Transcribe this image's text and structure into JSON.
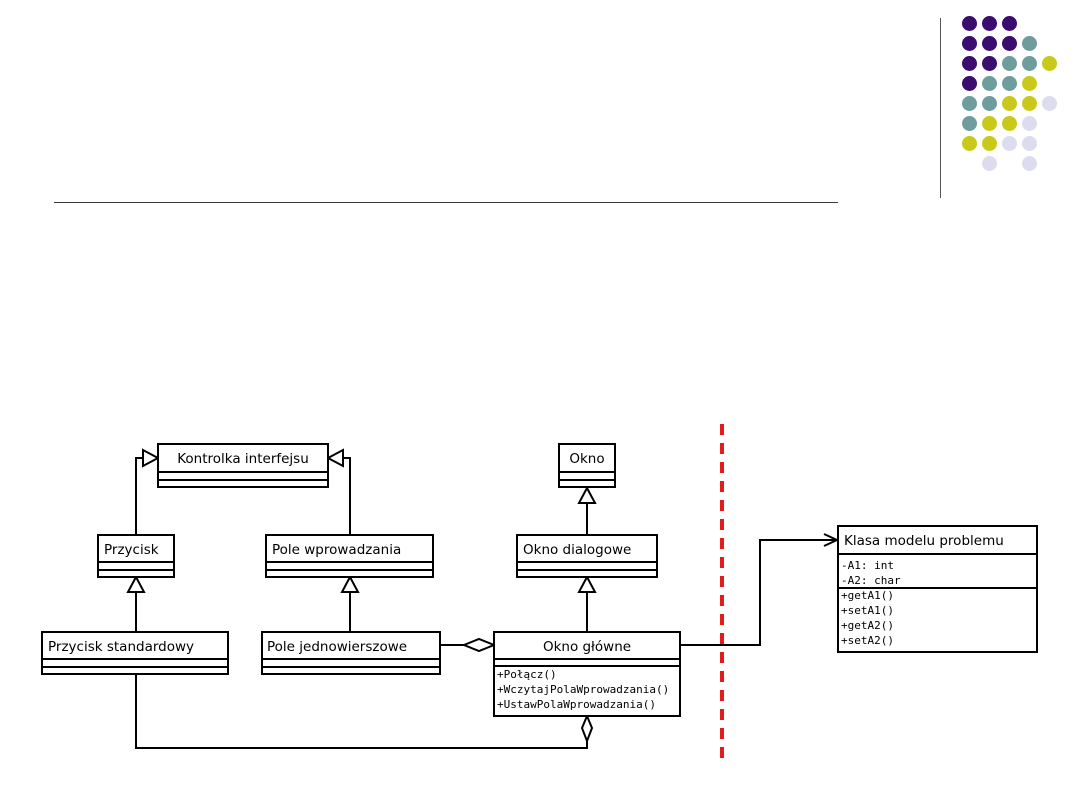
{
  "decoration": {
    "colors": {
      "purple": "#3b0d6e",
      "teal": "#6f9d9e",
      "olive": "#c9c91b",
      "lavender": "#dcdcee",
      "boundary_red": "#e31b1b"
    }
  },
  "diagram": {
    "classes": {
      "kontrolka": {
        "name": "Kontrolka interfejsu"
      },
      "przycisk": {
        "name": "Przycisk"
      },
      "pole_wprowadzania": {
        "name": "Pole wprowadzania"
      },
      "okno": {
        "name": "Okno"
      },
      "okno_dialogowe": {
        "name": "Okno dialogowe"
      },
      "przycisk_standardowy": {
        "name": "Przycisk standardowy"
      },
      "pole_jednowierszowe": {
        "name": "Pole jednowierszowe"
      },
      "okno_glowne": {
        "name": "Okno główne",
        "methods": [
          "+Połącz()",
          "+WczytajPolaWprowadzania()",
          "+UstawPolaWprowadzania()"
        ]
      },
      "klasa_modelu": {
        "name": "Klasa modelu problemu",
        "attributes": [
          "-A1: int",
          "-A2: char"
        ],
        "methods": [
          "+getA1()",
          "+setA1()",
          "+getA2()",
          "+setA2()"
        ]
      }
    }
  }
}
